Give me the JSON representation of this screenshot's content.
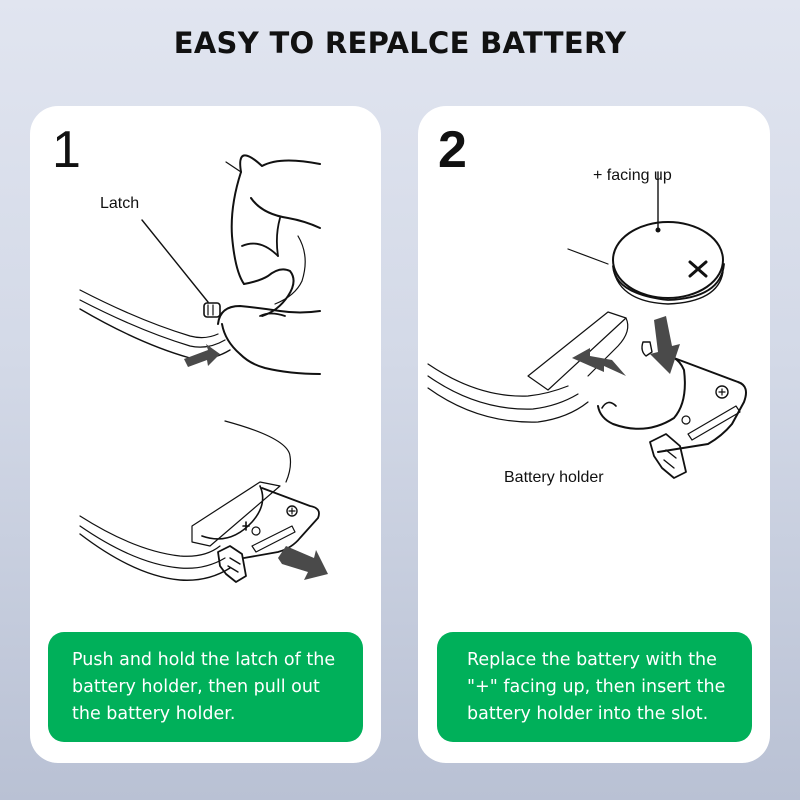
{
  "header": {
    "title": "EASY TO REPALCE BATTERY"
  },
  "steps": [
    {
      "number": "1",
      "labels": {
        "latch": "Latch"
      },
      "caption_lines": [
        "Push and hold the latch of the",
        "battery holder, then pull out",
        "the battery holder."
      ]
    },
    {
      "number": "2",
      "labels": {
        "facing_up": "+ facing up",
        "battery_holder": "Battery holder",
        "plus_symbol": "+"
      },
      "caption_lines": [
        "Replace the battery with the",
        "\"+\" facing up, then insert the",
        "battery holder into the slot."
      ]
    }
  ],
  "colors": {
    "caption_bg": "#00b05a",
    "card_bg": "#ffffff",
    "arrow": "#4a4a4a"
  }
}
